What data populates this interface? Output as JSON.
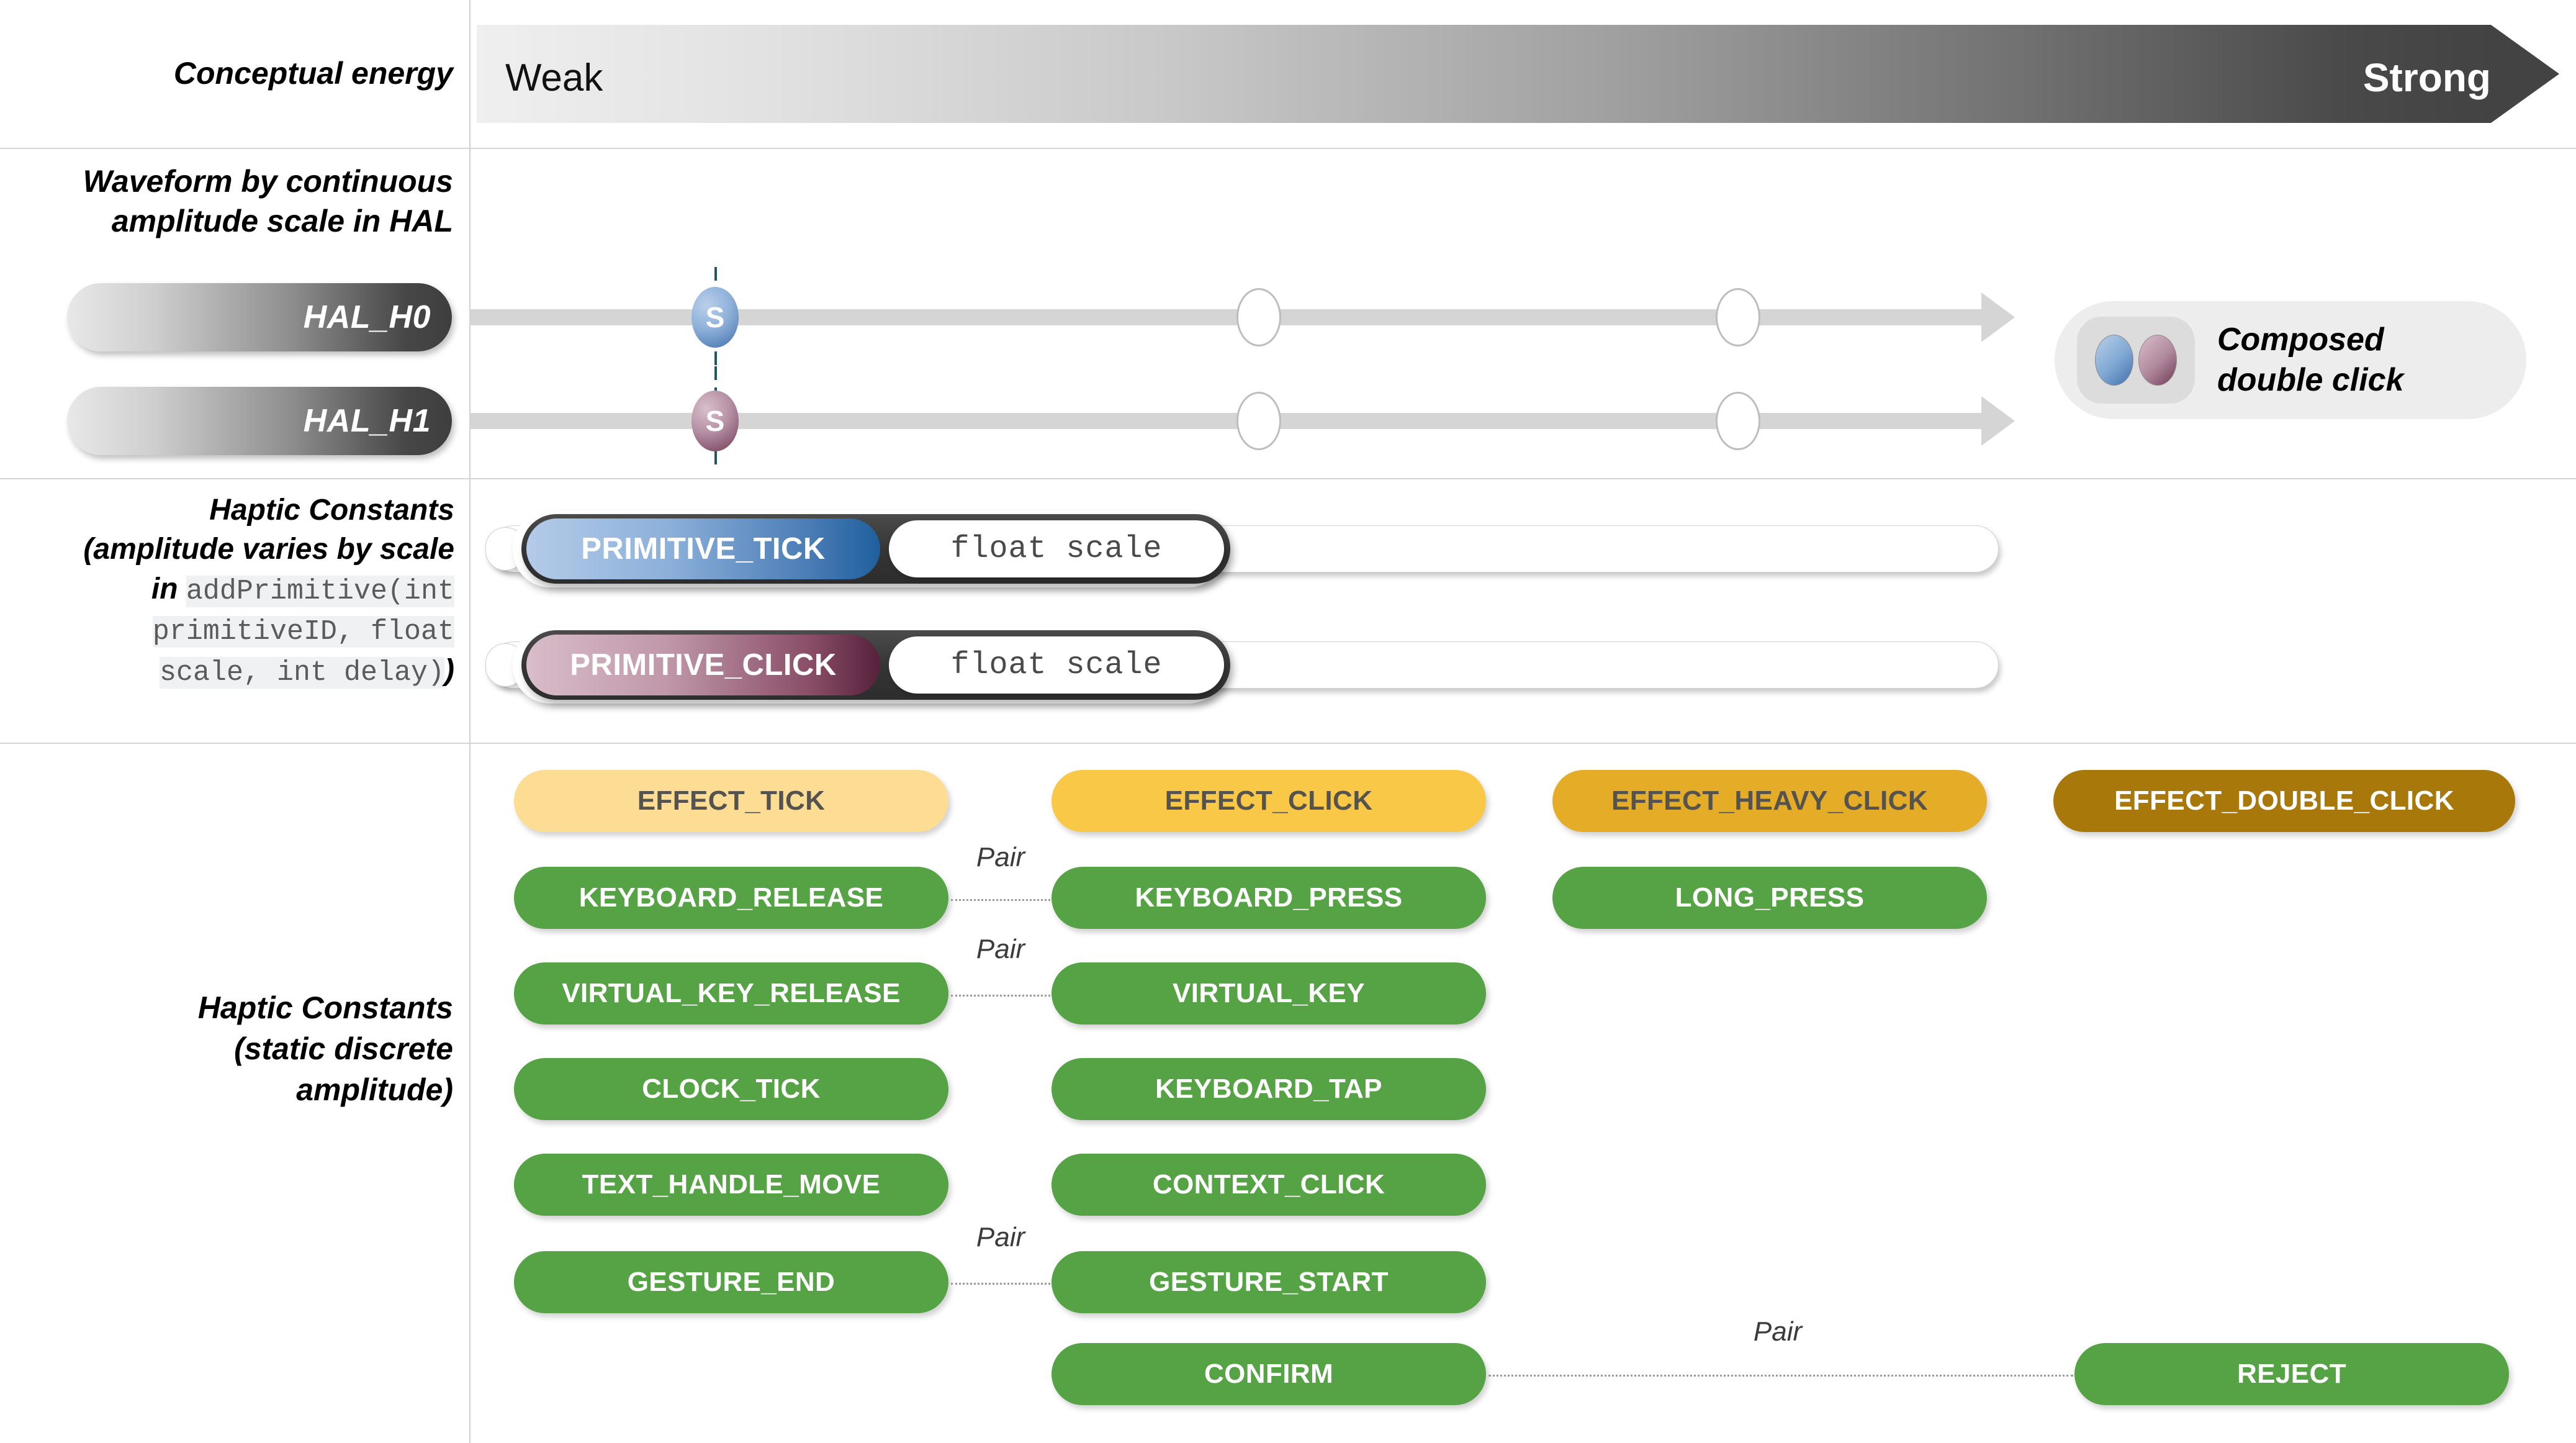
{
  "rows": {
    "conceptual_energy_label": "Conceptual energy",
    "waveform_label": "Waveform by continuous amplitude scale in HAL",
    "haptic_scaled_label_line1": "Haptic Constants",
    "haptic_scaled_label_line2": "(amplitude varies by scale",
    "haptic_scaled_label_line3_prefix": "in ",
    "haptic_scaled_code": "addPrimitive(int primitiveID, float scale, int delay)",
    "haptic_scaled_label_tail": ")",
    "haptic_static_label_line1": "Haptic Constants",
    "haptic_static_label_line2": "(static discrete",
    "haptic_static_label_line3": "amplitude)"
  },
  "energy": {
    "weak": "Weak",
    "strong": "Strong"
  },
  "hal": {
    "tracks": [
      {
        "name": "HAL_H0",
        "marker": "S",
        "marker_color": "#4a7cb5"
      },
      {
        "name": "HAL_H1",
        "marker": "S",
        "marker_color": "#8a4e68"
      }
    ],
    "composed": {
      "line1": "Composed",
      "line2": "double click"
    }
  },
  "primitives": [
    {
      "name": "PRIMITIVE_TICK",
      "param": "float scale",
      "color": "#4a7cb5"
    },
    {
      "name": "PRIMITIVE_CLICK",
      "param": "float scale",
      "color": "#8a4e68"
    }
  ],
  "effects": [
    {
      "label": "EFFECT_TICK",
      "bg": "#fcdd93",
      "fg": "#55534f"
    },
    {
      "label": "EFFECT_CLICK",
      "bg": "#f9c846",
      "fg": "#55534f"
    },
    {
      "label": "EFFECT_HEAVY_CLICK",
      "bg": "#e5ac27",
      "fg": "#55534f"
    },
    {
      "label": "EFFECT_DOUBLE_CLICK",
      "bg": "#a8780a",
      "fg": "#ffffff"
    }
  ],
  "constants": {
    "color": "#55a344",
    "text_color": "#ffffff",
    "col1": [
      "KEYBOARD_RELEASE",
      "VIRTUAL_KEY_RELEASE",
      "CLOCK_TICK",
      "TEXT_HANDLE_MOVE",
      "GESTURE_END"
    ],
    "col2": [
      "KEYBOARD_PRESS",
      "VIRTUAL_KEY",
      "KEYBOARD_TAP",
      "CONTEXT_CLICK",
      "GESTURE_START",
      "CONFIRM"
    ],
    "col3": [
      "LONG_PRESS"
    ],
    "col4": [
      "REJECT"
    ]
  },
  "pair_label": "Pair",
  "pairs": [
    {
      "label": "Pair"
    },
    {
      "label": "Pair"
    },
    {
      "label": "Pair"
    },
    {
      "label": "Pair"
    }
  ]
}
